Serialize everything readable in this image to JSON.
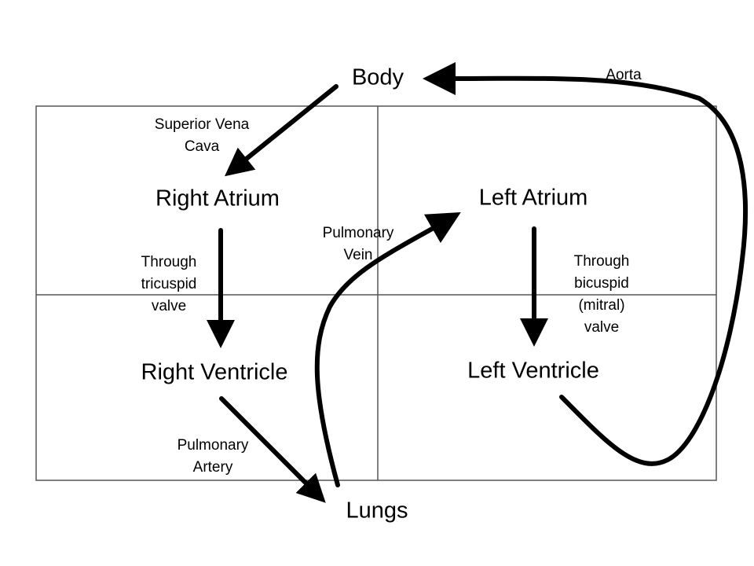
{
  "nodes": {
    "body": "Body",
    "right_atrium": "Right Atrium",
    "left_atrium": "Left Atrium",
    "right_ventricle": "Right Ventricle",
    "left_ventricle": "Left Ventricle",
    "lungs": "Lungs"
  },
  "edge_labels": {
    "aorta": [
      "Aorta"
    ],
    "superior_vena_cava": [
      "Superior Vena",
      "Cava"
    ],
    "pulmonary_vein": [
      "Pulmonary",
      "Vein"
    ],
    "tricuspid": [
      "Through",
      "tricuspid",
      "valve"
    ],
    "bicuspid": [
      "Through",
      "bicuspid",
      "(mitral)",
      "valve"
    ],
    "pulmonary_artery": [
      "Pulmonary",
      "Artery"
    ]
  },
  "colors": {
    "line": "#000000",
    "grid": "#555555",
    "background": "#ffffff"
  }
}
